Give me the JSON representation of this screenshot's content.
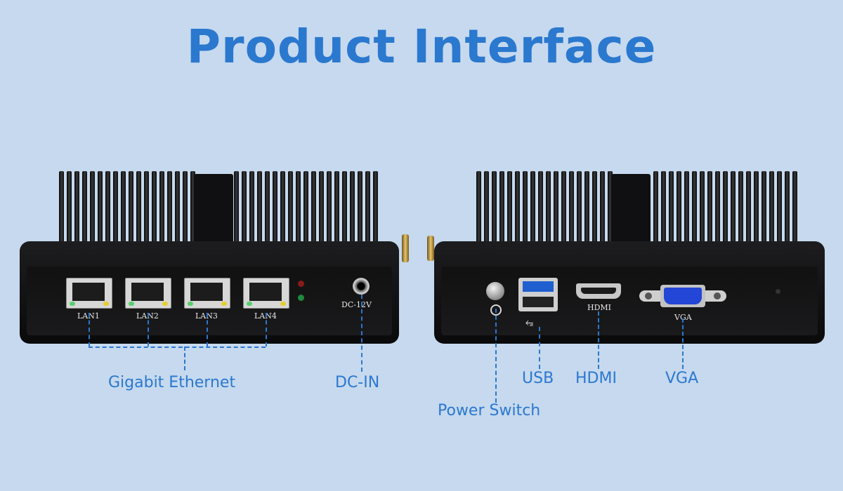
{
  "title": "Product Interface",
  "left_device": {
    "ports": [
      {
        "label": "LAN1"
      },
      {
        "label": "LAN2"
      },
      {
        "label": "LAN3"
      },
      {
        "label": "LAN4"
      }
    ],
    "dc_label": "DC-12V"
  },
  "right_device": {
    "hdmi_label": "HDMI",
    "vga_label": "VGA"
  },
  "callouts": {
    "gigabit": "Gigabit Ethernet",
    "dcin": "DC-IN",
    "power": "Power Switch",
    "usb": "USB",
    "hdmi": "HDMI",
    "vga": "VGA"
  },
  "colors": {
    "background": "#c6d9ee",
    "accent": "#2b78cf"
  }
}
